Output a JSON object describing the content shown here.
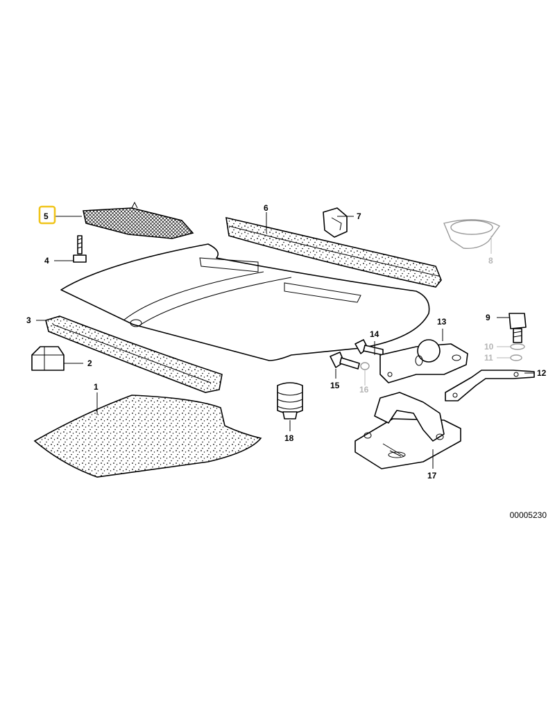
{
  "drawing_number": "00005230",
  "highlight_color": "#f0c419",
  "inactive_color": "#b4b4b4",
  "callouts": [
    {
      "id": "1",
      "label": "1",
      "state": "normal"
    },
    {
      "id": "2",
      "label": "2",
      "state": "normal"
    },
    {
      "id": "3",
      "label": "3",
      "state": "normal"
    },
    {
      "id": "4",
      "label": "4",
      "state": "normal"
    },
    {
      "id": "5",
      "label": "5",
      "state": "highlighted"
    },
    {
      "id": "6",
      "label": "6",
      "state": "normal"
    },
    {
      "id": "7",
      "label": "7",
      "state": "normal"
    },
    {
      "id": "8",
      "label": "8",
      "state": "inactive"
    },
    {
      "id": "9",
      "label": "9",
      "state": "normal"
    },
    {
      "id": "10",
      "label": "10",
      "state": "inactive"
    },
    {
      "id": "11",
      "label": "11",
      "state": "inactive"
    },
    {
      "id": "12",
      "label": "12",
      "state": "normal"
    },
    {
      "id": "13",
      "label": "13",
      "state": "normal"
    },
    {
      "id": "14",
      "label": "14",
      "state": "normal"
    },
    {
      "id": "15",
      "label": "15",
      "state": "normal"
    },
    {
      "id": "16",
      "label": "16",
      "state": "inactive"
    },
    {
      "id": "17",
      "label": "17",
      "state": "normal"
    },
    {
      "id": "18",
      "label": "18",
      "state": "normal"
    }
  ]
}
